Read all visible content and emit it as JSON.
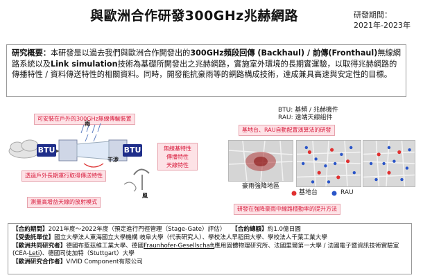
{
  "header": {
    "title": "與歐洲合作研發300GHz兆赫網路",
    "period_label": "研發期間：",
    "period_value": "2021年-2023年"
  },
  "overview": {
    "lead": "研究概要：",
    "text1": "本研發是以過去我們與歐洲合作開發出的",
    "hl1": "300GHz頻段回傳 (Backhaul) / 前傳(Fronthaul)",
    "text2": "無線網路系統以及",
    "hl2": "Link simulation",
    "text3": "技術為基礎所開發出之兆赫網路，實施室外環境的長期實運驗，以取得兆赫網路的傳播特性 / 資料傳送特性的相關資料。同時，開發能抗豪雨等的網路構成技術，達成兼具高速與安定性的目標。"
  },
  "diagram": {
    "box_outdoor": "可安裝在戶外的300GHz無線傳輸裝置",
    "rain_label": "雨",
    "btu_left": "BTU",
    "btu_right": "BTU",
    "interference_label": "干涉",
    "box_longterm": "透過戶外長期運行取得傳送特性",
    "box_radiation": "測量高增益天線的放射模式",
    "wind_label": "風",
    "box_center_line1": "無線基特性",
    "box_center_line2": "傳播特性",
    "box_center_line3": "天線特性",
    "legend_btu": "BTU: 基頻 / 兆赫機件",
    "legend_rau": "RAU: 遠端天線組件",
    "box_basestation": "基地台、RAU自動配置演算法的研發",
    "map_caption": "豪雨強降地區",
    "legend_base": "基地台",
    "legend_rau_short": "RAU",
    "box_heavyrain": "研發在強降豪雨中線路穩動率的提升方法",
    "colors": {
      "accent_red": "#d81b3c",
      "pink_fill": "#fde2e6",
      "btu_blue": "#1f2e8a",
      "base_red": "#e03030",
      "rau_blue": "#2a55c8"
    }
  },
  "info": {
    "contract_key": "【合約期間】",
    "contract_val": "2021年度～2022年度（預定進行門徑管理（Stage-Gate）評估）",
    "total_key": "【合約總額】",
    "total_val": "約1.0億日圓",
    "recipient_key": "【受委託單位】",
    "recipient_val": "國立大學法人東海國立大學機構 岐阜大學（代表研究人）、學校法人早稻田大學、學校法人千葉工業大學",
    "eu_key": "【歐洲共同研究者】",
    "eu_val1": "德國布藍茲維工業大學、德國",
    "eu_val_u": "Fraunhofer-Gesellschaft",
    "eu_val2": "應用固體物理研究所、法國里爾第一大學 / 法國電子暨資訊技術實驗室(CEA-",
    "eu_val_u2": "Leti",
    "eu_val3": ")、德國司徒加特（Stuttgart）大學",
    "eu_partner_key": "【歐洲研究合作者】",
    "eu_partner_val": "VIVID Component有限公司"
  }
}
